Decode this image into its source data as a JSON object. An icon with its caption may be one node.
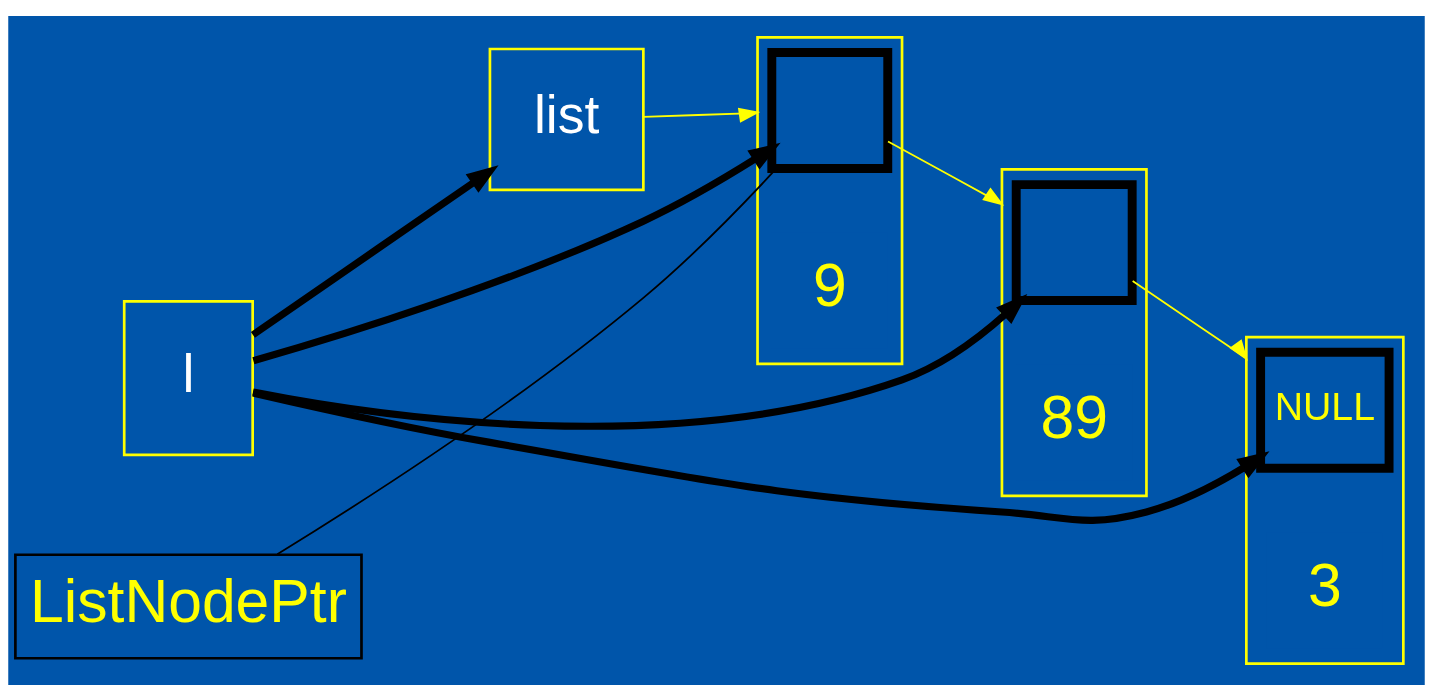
{
  "diagram": {
    "nodes": [
      {
        "text": [
          "list"
        ]
      },
      {
        "text": [],
        "shape": "box"
      },
      {
        "text": [],
        "shape": "box",
        "in": 1
      },
      {
        "text": [
          "9"
        ],
        "in": 1
      },
      {
        "text": [],
        "shape": "box"
      },
      {
        "text": [],
        "shape": "box",
        "in": 4
      },
      {
        "text": [
          "89"
        ],
        "in": 4
      },
      {
        "text": [],
        "shape": "box"
      },
      {
        "text": [
          "NULL"
        ],
        "in": 7
      },
      {
        "text": [
          "3"
        ],
        "in": 7
      },
      {
        "text": [
          "ListNodePtr"
        ]
      },
      {
        "text": [
          "l"
        ]
      }
    ],
    "edges": [
      {
        "from": 0,
        "to": 1,
        "arrow": "to",
        "color": "#ffff00"
      },
      {
        "from": 2,
        "to": 4,
        "arrow": "to",
        "color": "#ffff00"
      },
      {
        "from": 5,
        "to": 7,
        "arrow": "to",
        "color": "#ffff00"
      },
      {
        "from": 11,
        "to": 0,
        "arrow": "to",
        "style": "thick"
      },
      {
        "from": 11,
        "to": 2,
        "arrow": "to",
        "style": "thick"
      },
      {
        "from": 11,
        "to": 5,
        "arrow": "to",
        "style": "thick"
      },
      {
        "from": 11,
        "to": 8,
        "arrow": "to",
        "style": "thick"
      },
      {
        "from": 10,
        "to": 2,
        "arrow": "none"
      }
    ]
  }
}
